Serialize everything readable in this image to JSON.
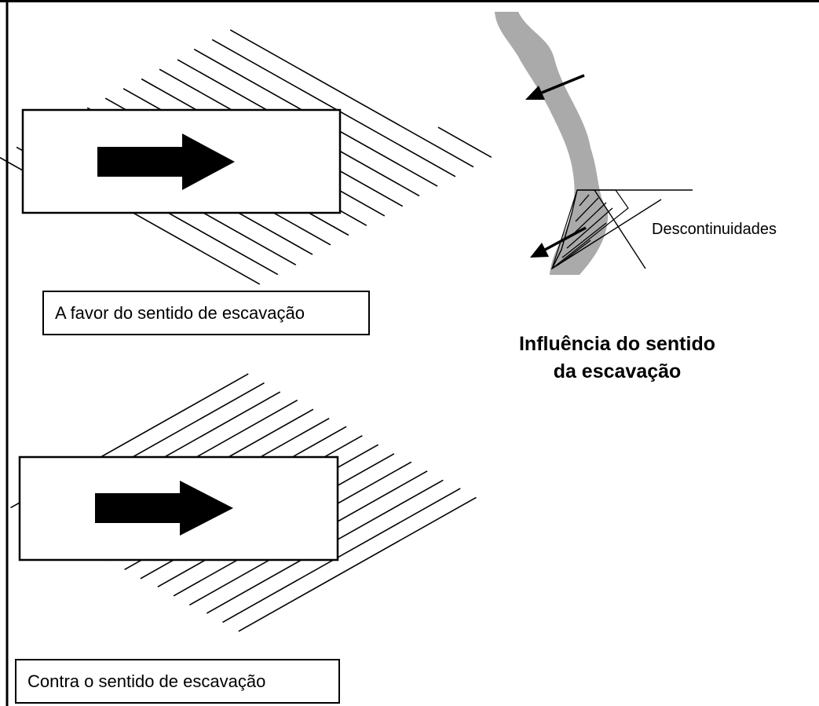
{
  "top_case": {
    "caption": "A favor do sentido de escavação"
  },
  "bottom_case": {
    "caption": "Contra o sentido de escavação"
  },
  "section_sketch": {
    "label": "Descontinuidades"
  },
  "title": {
    "line1": "Influência do sentido",
    "line2": "da escavação"
  },
  "colors": {
    "rock_band": "#aaaaaa",
    "ink": "#000000",
    "background": "#ffffff"
  },
  "icons": {
    "excavation_arrow": "arrow-right-icon",
    "slide_arrow": "arrow-down-left-icon"
  }
}
